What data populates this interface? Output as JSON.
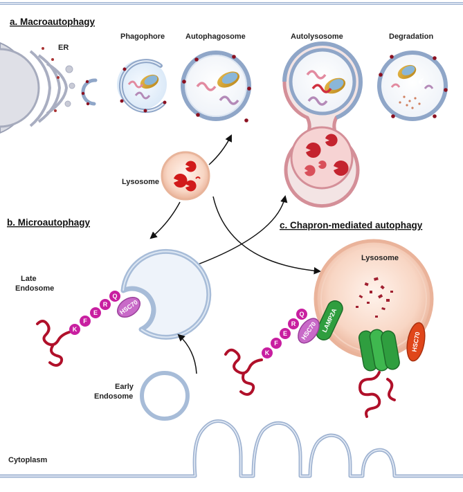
{
  "sections": {
    "macro": "a. Macroautophagy",
    "micro": "b. Microautophagy",
    "cma": "c. Chapron-mediated autophagy"
  },
  "labels": {
    "er": "ER",
    "phagophore": "Phagophore",
    "autophagosome": "Autophagosome",
    "autolysosome": "Autolysosome",
    "degradation": "Degradation",
    "lysosome": "Lysosome",
    "lysosome_cma": "Lysosome",
    "late_endosome_1": "Late",
    "late_endosome_2": "Endosome",
    "early_endosome_1": "Early",
    "early_endosome_2": "Endosome",
    "cytoplasm": "Cytoplasm"
  },
  "motif": [
    "K",
    "F",
    "E",
    "R",
    "Q"
  ],
  "proteins": {
    "hsc70": "HSC70",
    "lamp2a": "LAMP2A"
  },
  "colors": {
    "membrane": "#9fb3d1",
    "membrane_dark": "#6f87ad",
    "bead": "#c81fa0",
    "hsc70": "#c86ac8",
    "lamp2a": "#2f9e3f",
    "hsc70_lyso": "#e0461a",
    "substrate": "#b0102a",
    "lysosome_fill": "#f7d3c2"
  }
}
